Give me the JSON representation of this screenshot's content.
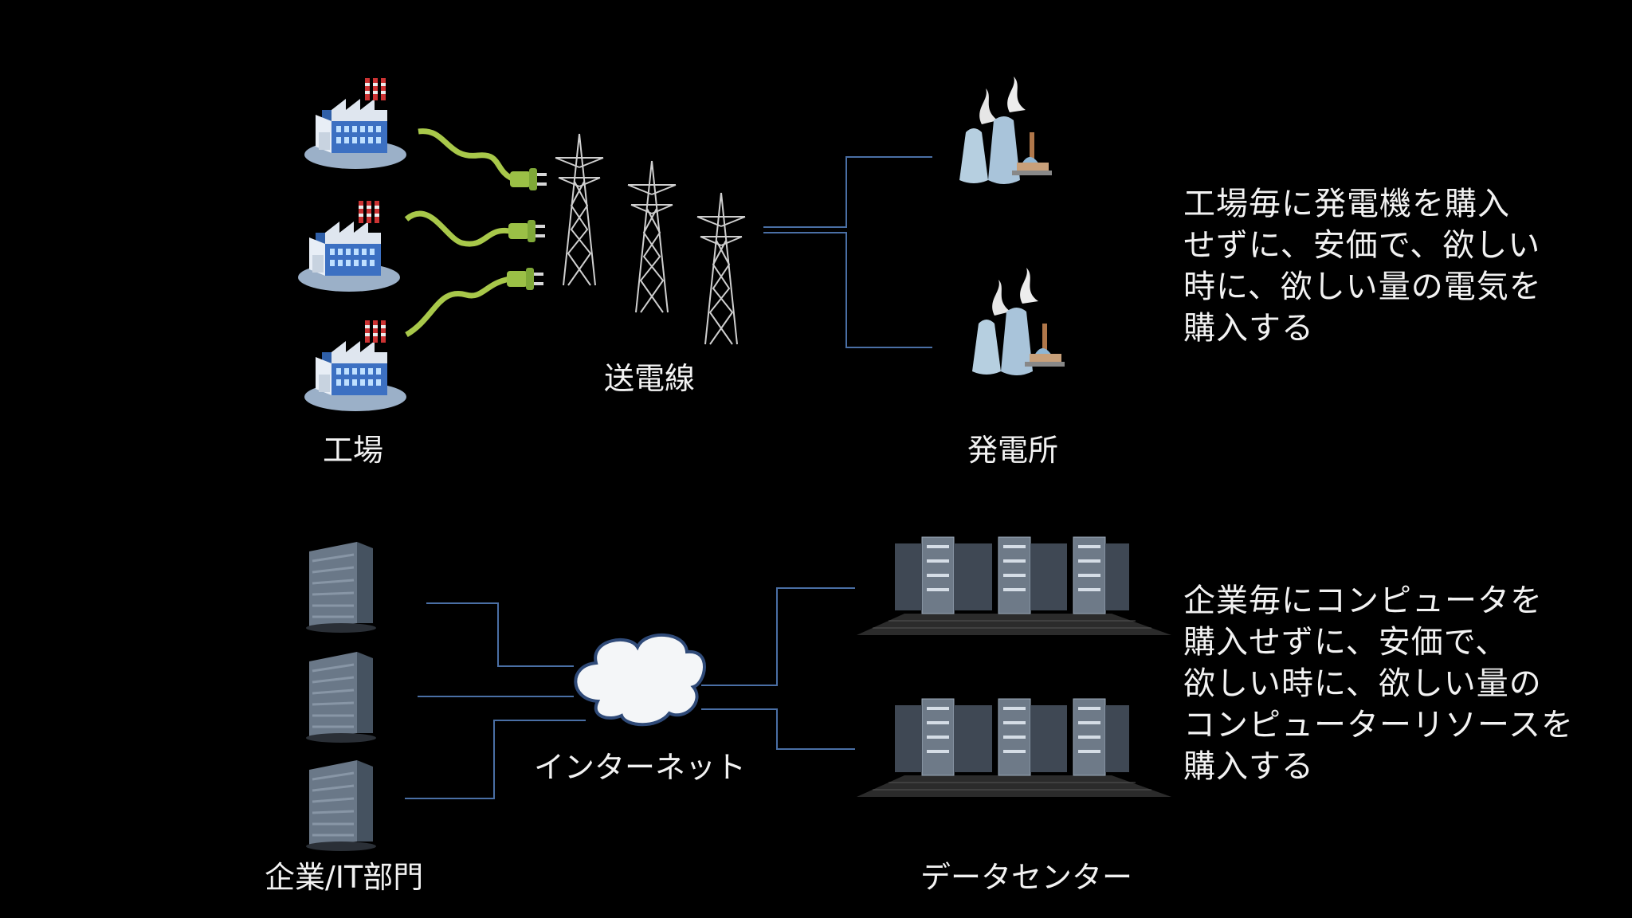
{
  "top": {
    "labels": {
      "factory": "工場",
      "power_lines": "送電線",
      "power_plant": "発電所"
    },
    "description_lines": [
      "工場毎に発電機を購入",
      "せずに、安価で、欲しい",
      "時に、欲しい量の電気を",
      "購入する"
    ]
  },
  "bottom": {
    "labels": {
      "enterprise": "企業/IT部門",
      "internet": "インターネット",
      "datacenter": "データセンター"
    },
    "description_lines": [
      "企業毎にコンピュータを",
      "購入せずに、安価で、",
      "欲しい時に、欲しい量の",
      "コンピューターリソースを",
      "購入する"
    ]
  },
  "colors": {
    "background": "#000000",
    "connector": "#4a6fa5",
    "cable": "#a8c84a",
    "building": "#5d6b7a",
    "factory_body": "#3d6db4"
  },
  "icons": [
    "factory-icon",
    "power-plug-icon",
    "transmission-tower-icon",
    "power-plant-icon",
    "office-building-icon",
    "cloud-icon",
    "server-rack-icon"
  ]
}
